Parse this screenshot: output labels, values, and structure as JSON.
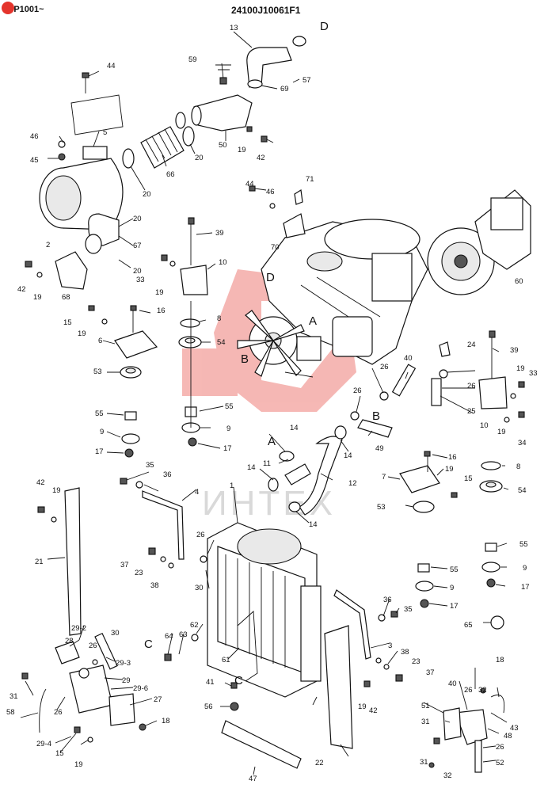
{
  "header": {
    "model": "YP1001~",
    "part_number": "24100J10061F1"
  },
  "watermark": "ИНТЕХ",
  "callouts": [
    "A",
    "B",
    "C",
    "D"
  ],
  "part_labels": {
    "p1": "1",
    "p2": "2",
    "p3": "3",
    "p4": "4",
    "p5": "5",
    "p6": "6",
    "p7": "7",
    "p8": "8",
    "p9": "9",
    "p10": "10",
    "p11": "11",
    "p12": "12",
    "p13": "13",
    "p14": "14",
    "p15": "15",
    "p16": "16",
    "p17": "17",
    "p18": "18",
    "p19": "19",
    "p20": "20",
    "p21": "21",
    "p22": "22",
    "p23": "23",
    "p24": "24",
    "p25": "25",
    "p26": "26",
    "p27": "27",
    "p28": "28",
    "p29": "29",
    "p29_2": "29-2",
    "p29_3": "29-3",
    "p29_4": "29-4",
    "p29_6": "29-6",
    "p30": "30",
    "p31": "31",
    "p32": "32",
    "p33": "33",
    "p34": "34",
    "p35": "35",
    "p36": "36",
    "p37": "37",
    "p38": "38",
    "p39": "39",
    "p40": "40",
    "p41": "41",
    "p42": "42",
    "p43": "43",
    "p44": "44",
    "p45": "45",
    "p46": "46",
    "p47": "47",
    "p48": "48",
    "p49": "49",
    "p50": "50",
    "p51": "51",
    "p52": "52",
    "p53": "53",
    "p54": "54",
    "p55": "55",
    "p56": "56",
    "p57": "57",
    "p58": "58",
    "p59": "59",
    "p60": "60",
    "p61": "61",
    "p62": "62",
    "p63": "63",
    "p64": "64",
    "p65": "65",
    "p66": "66",
    "p67": "67",
    "p68": "68",
    "p69": "69",
    "p70": "70",
    "p71": "71"
  },
  "colors": {
    "ink": "#111111",
    "watermark_red": "#e4342c",
    "watermark_gray": "#d9d9d9"
  }
}
